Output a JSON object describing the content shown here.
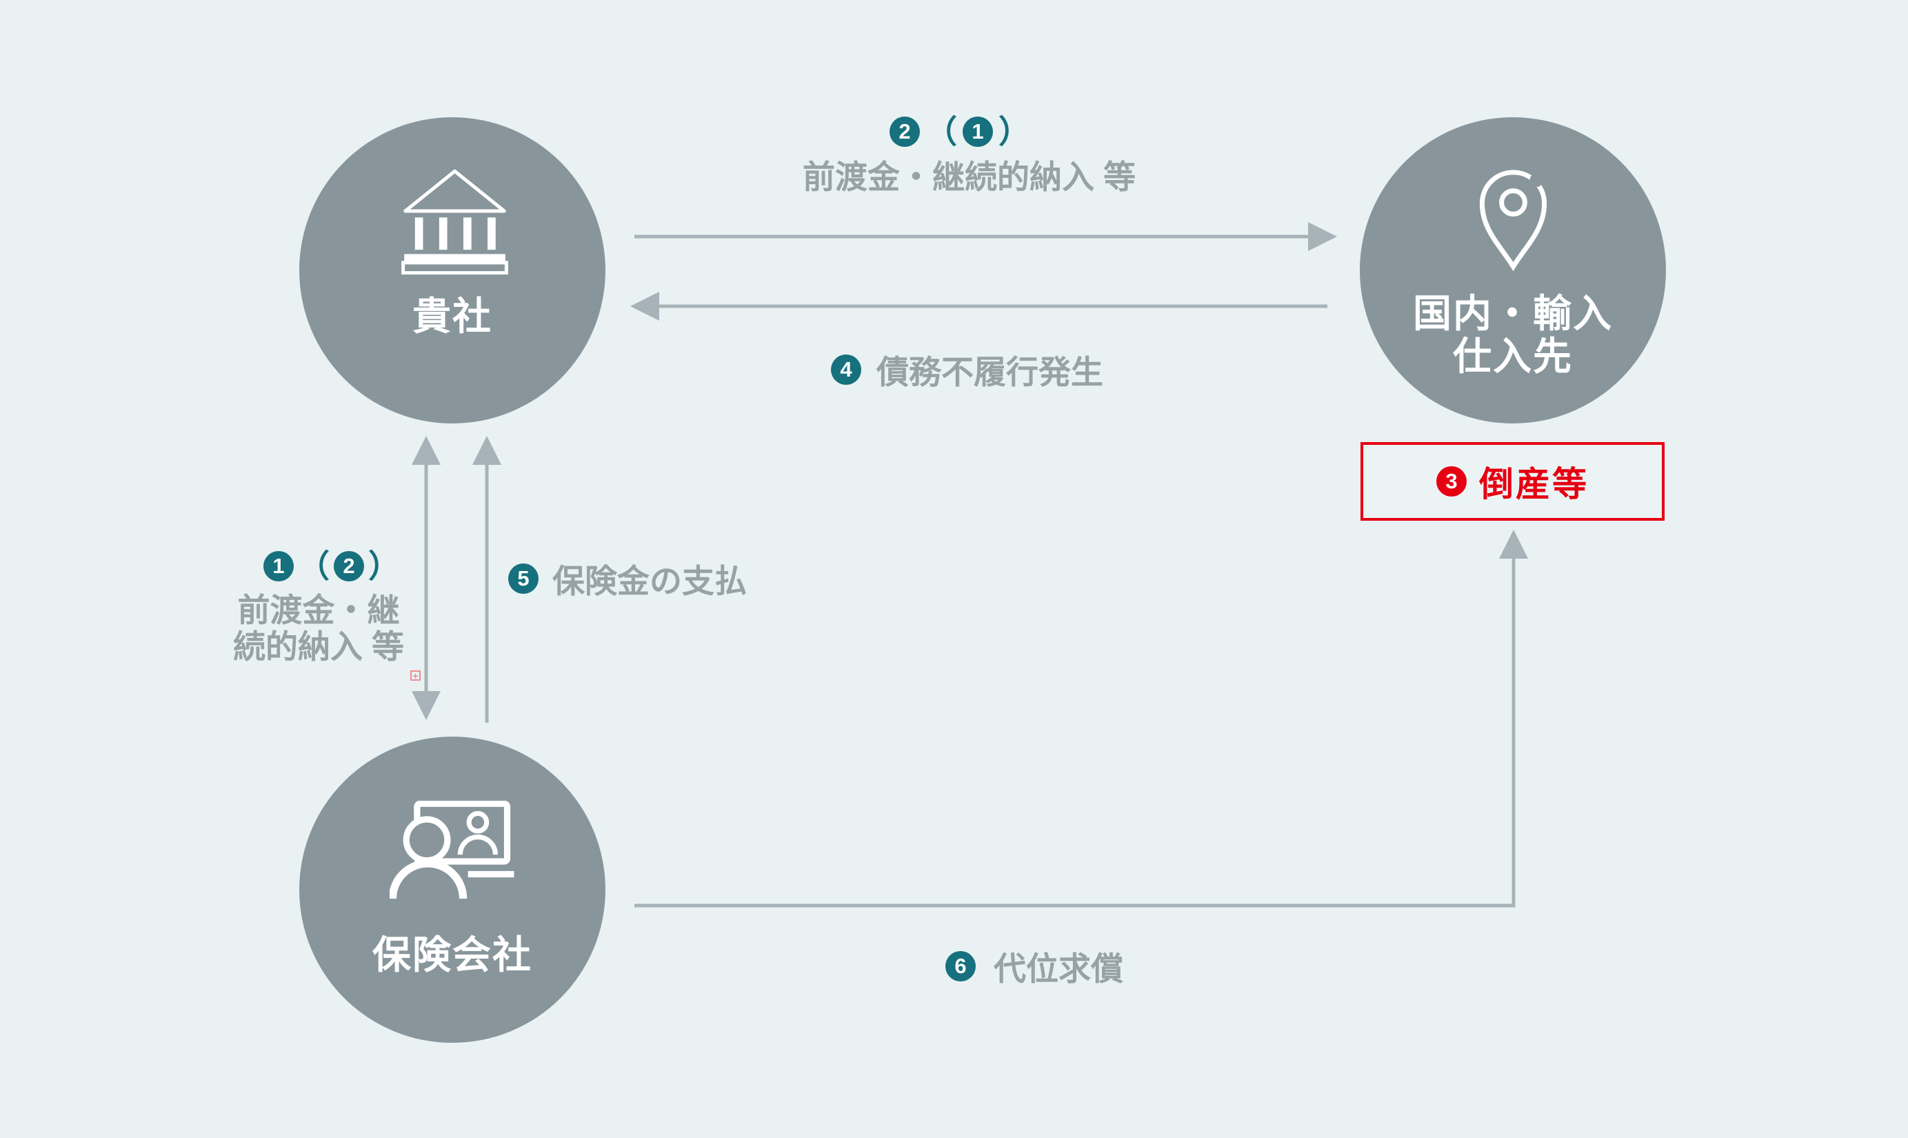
{
  "diagram": {
    "background": "#e9f1f2",
    "colors": {
      "node_fill": "#88969c",
      "arrow": "#a7b3b8",
      "badge_teal": "#16707d",
      "alert_red": "#e60012",
      "label_gray": "#96a2a6",
      "node_text": "#ffffff"
    },
    "nodes": {
      "your_company": {
        "label": "貴社",
        "icon": "bank-icon"
      },
      "supplier": {
        "label_line1": "国内・輸入",
        "label_line2": "仕入先",
        "icon": "map-pin-icon"
      },
      "insurer": {
        "label": "保険会社",
        "icon": "insurance-agent-icon"
      }
    },
    "steps": {
      "advance_to_supplier": {
        "badge": "2",
        "alt_badge": "1",
        "paren_open": "（",
        "paren_close": "）",
        "label": "前渡金・継続的納入 等"
      },
      "default_occurrence": {
        "badge": "4",
        "label": "債務不履行発生"
      },
      "advance_alt": {
        "badge": "1",
        "alt_badge": "2",
        "paren_open": "（",
        "paren_close": "）",
        "label_line1": "前渡金・継",
        "label_line2": "続的納入 等"
      },
      "claim_payment": {
        "badge": "5",
        "label": "保険金の支払"
      },
      "bankruptcy": {
        "badge": "3",
        "label": "倒産等"
      },
      "subrogation": {
        "badge": "6",
        "label": "代位求償"
      }
    },
    "marks": {
      "anchor": "+"
    }
  }
}
